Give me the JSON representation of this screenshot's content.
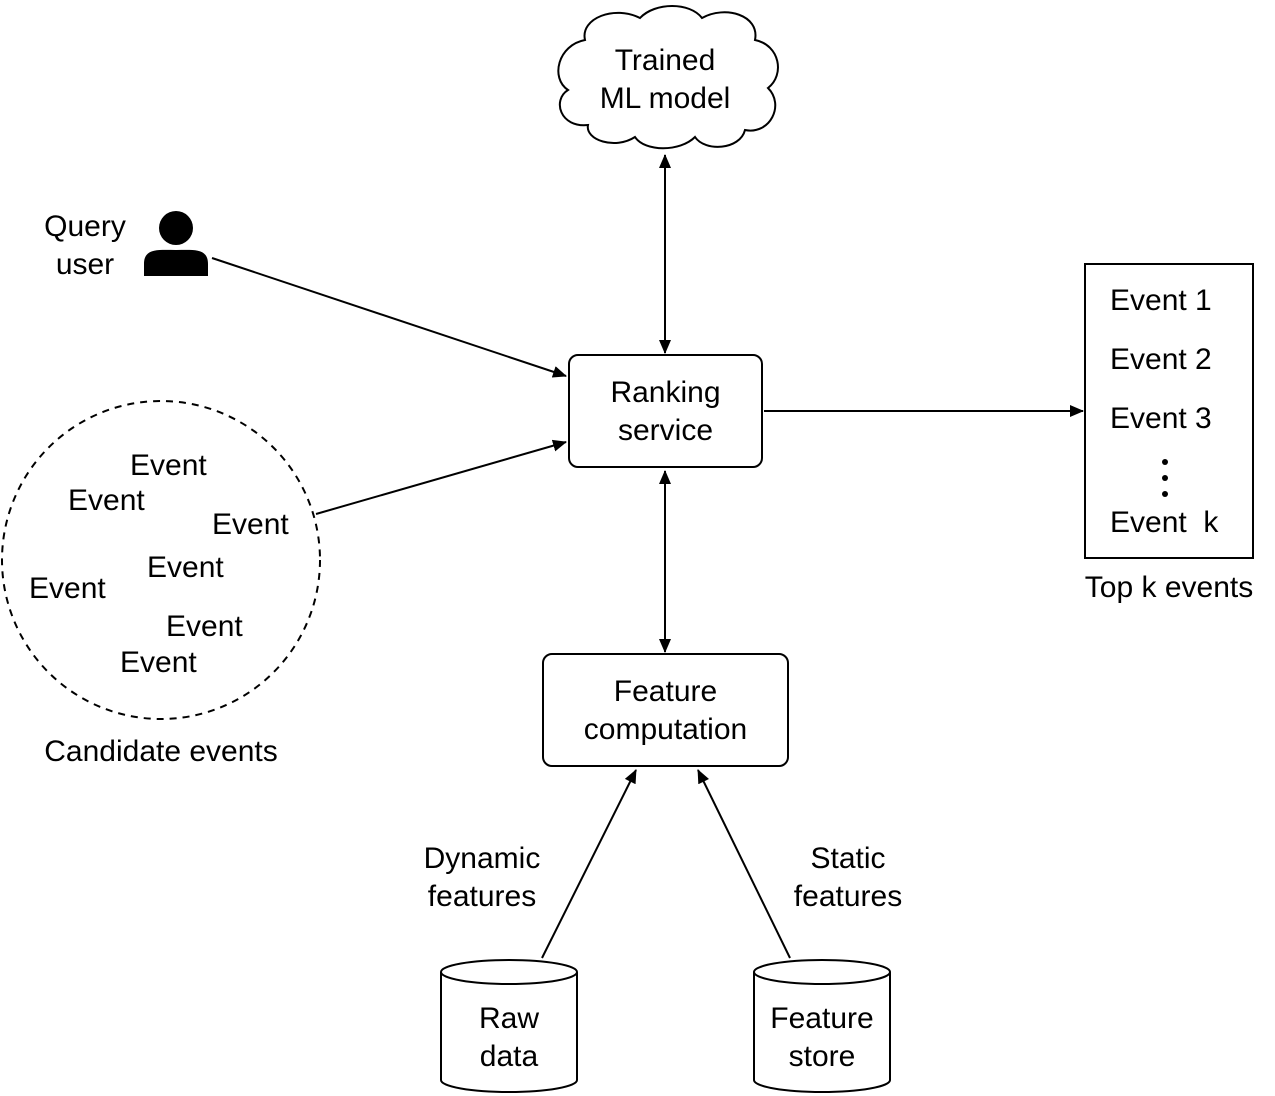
{
  "model": {
    "line1": "Trained",
    "line2": "ML model"
  },
  "query_user": {
    "line1": "Query",
    "line2": "user",
    "icon": "user-icon"
  },
  "ranking_service": {
    "line1": "Ranking",
    "line2": "service"
  },
  "candidate_events": {
    "items": [
      "Event",
      "Event",
      "Event",
      "Event",
      "Event",
      "Event",
      "Event"
    ],
    "caption": "Candidate events"
  },
  "top_events": {
    "items": [
      "Event 1",
      "Event 2",
      "Event 3"
    ],
    "last": "Event  k",
    "caption": "Top k events"
  },
  "feature_computation": {
    "line1": "Feature",
    "line2": "computation"
  },
  "dynamic_features": {
    "line1": "Dynamic",
    "line2": "features"
  },
  "static_features": {
    "line1": "Static",
    "line2": "features"
  },
  "raw_data": {
    "line1": "Raw",
    "line2": "data"
  },
  "feature_store": {
    "line1": "Feature",
    "line2": "store"
  }
}
